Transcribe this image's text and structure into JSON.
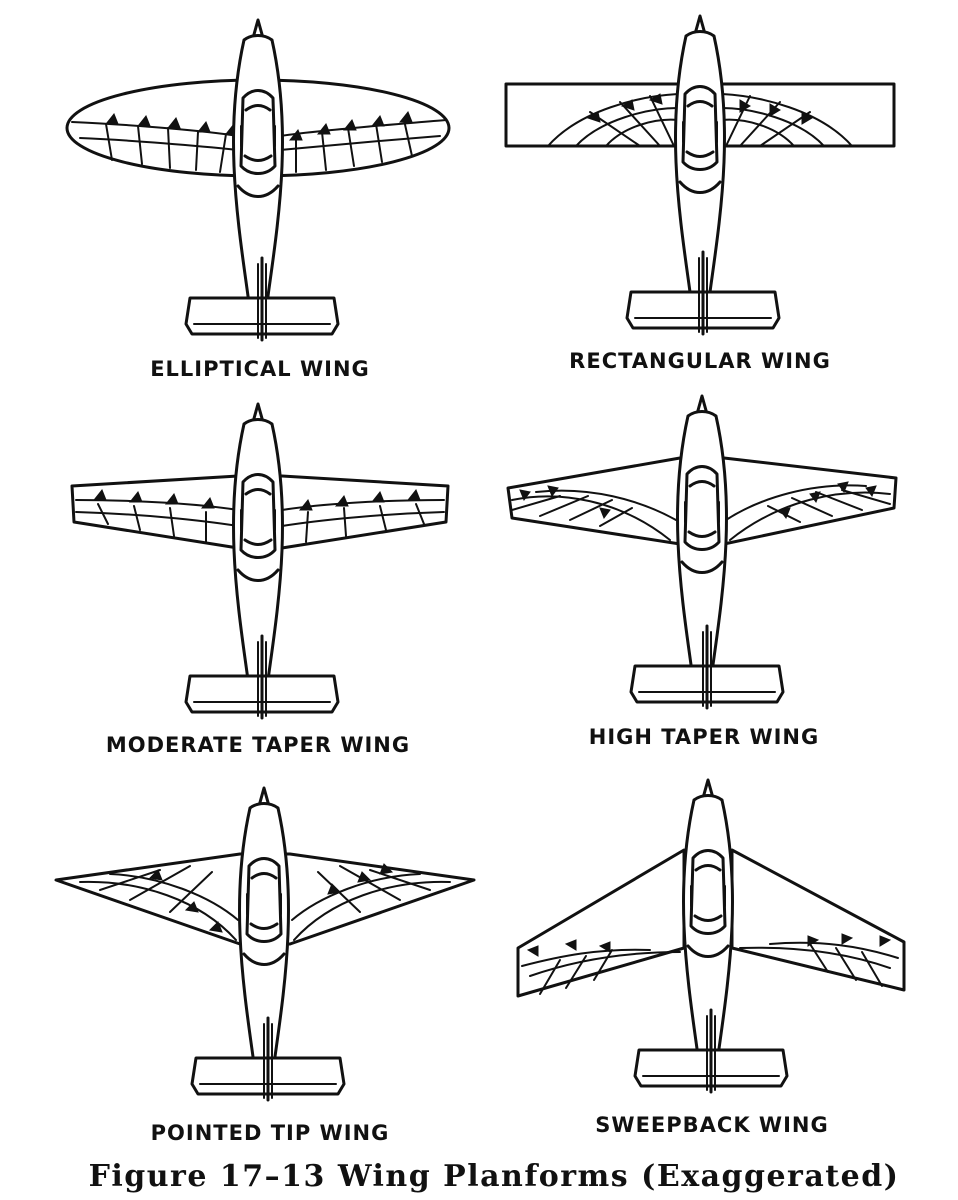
{
  "figure": {
    "caption": "Figure 17–13  Wing Planforms (Exaggerated)",
    "planforms": [
      {
        "id": "elliptical",
        "label": "ELLIPTICAL WING"
      },
      {
        "id": "rectangular",
        "label": "RECTANGULAR WING"
      },
      {
        "id": "moderate-taper",
        "label": "MODERATE TAPER WING"
      },
      {
        "id": "high-taper",
        "label": "HIGH TAPER WING"
      },
      {
        "id": "pointed-tip",
        "label": "POINTED TIP WING"
      },
      {
        "id": "sweepback",
        "label": "SWEEPBACK WING"
      }
    ]
  }
}
